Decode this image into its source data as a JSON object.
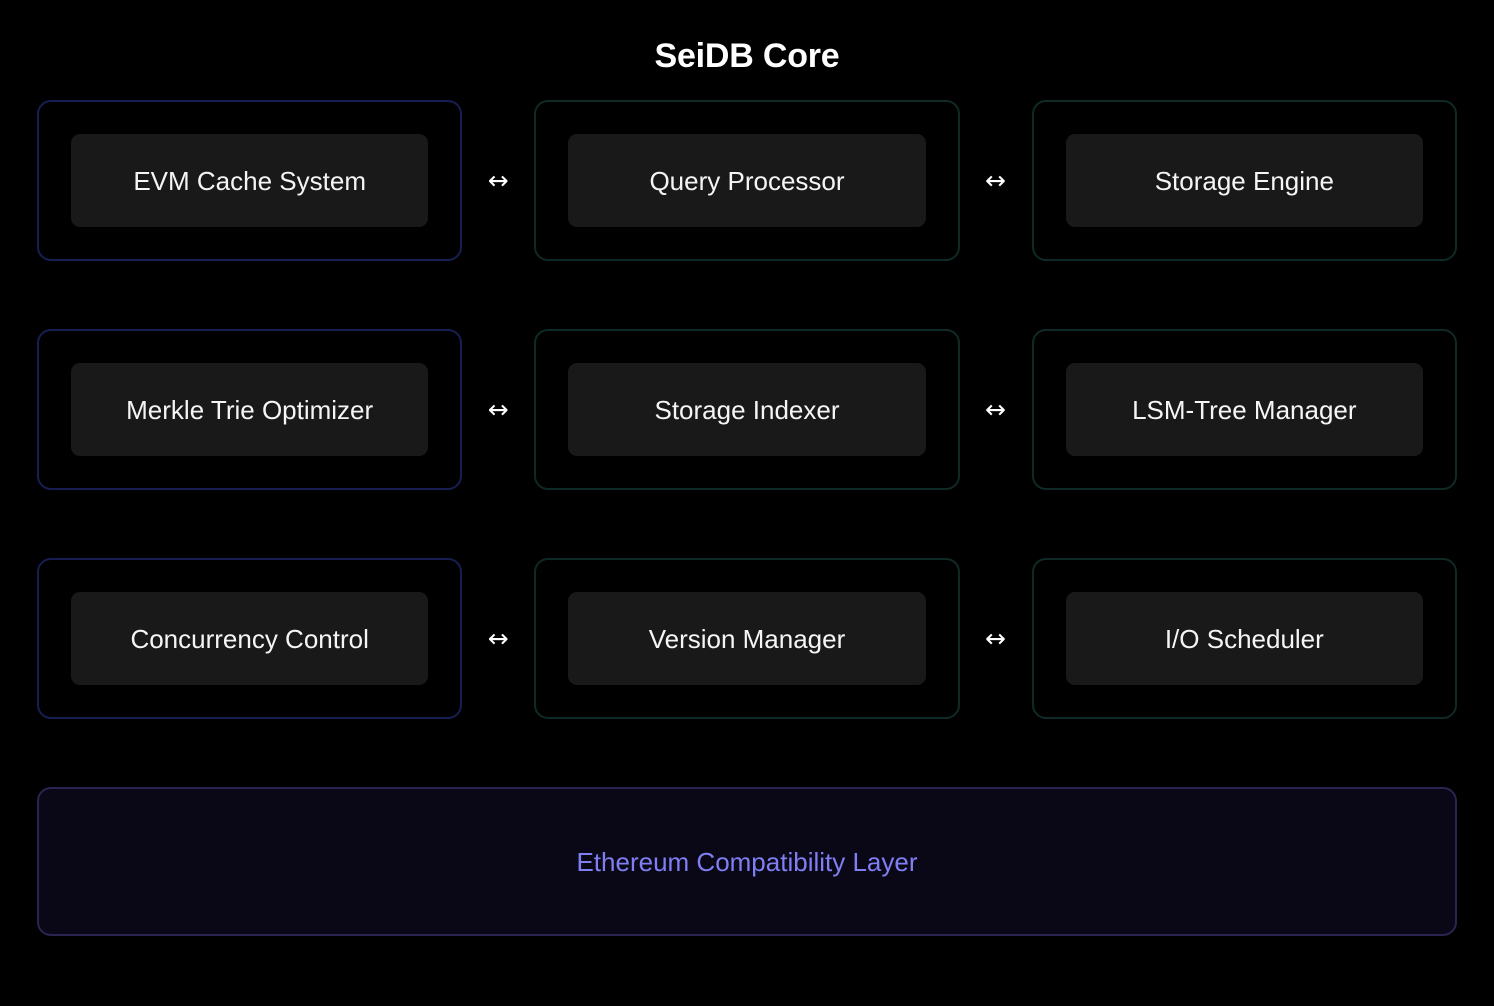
{
  "header": {
    "title": "SeiDB Core"
  },
  "connector": {
    "glyph": "↔",
    "name": "bidirectional-arrow"
  },
  "colors": {
    "background": "#000000",
    "accent_navy_border": "#161e52",
    "accent_teal_border": "#0f2a26",
    "chip_background": "#191919",
    "chip_text": "#f5f5f5",
    "footer_border": "#2a2450",
    "footer_background": "#0a0817",
    "footer_text": "#7f7ef2",
    "title_text": "#ffffff"
  },
  "rows": [
    {
      "modules": [
        {
          "label": "EVM Cache System",
          "accent": "navy"
        },
        {
          "label": "Query Processor",
          "accent": "teal"
        },
        {
          "label": "Storage Engine",
          "accent": "teal"
        }
      ]
    },
    {
      "modules": [
        {
          "label": "Merkle Trie Optimizer",
          "accent": "navy"
        },
        {
          "label": "Storage Indexer",
          "accent": "teal"
        },
        {
          "label": "LSM-Tree Manager",
          "accent": "teal"
        }
      ]
    },
    {
      "modules": [
        {
          "label": "Concurrency Control",
          "accent": "navy"
        },
        {
          "label": "Version Manager",
          "accent": "teal"
        },
        {
          "label": "I/O Scheduler",
          "accent": "teal"
        }
      ]
    }
  ],
  "footer": {
    "label": "Ethereum Compatibility Layer"
  }
}
